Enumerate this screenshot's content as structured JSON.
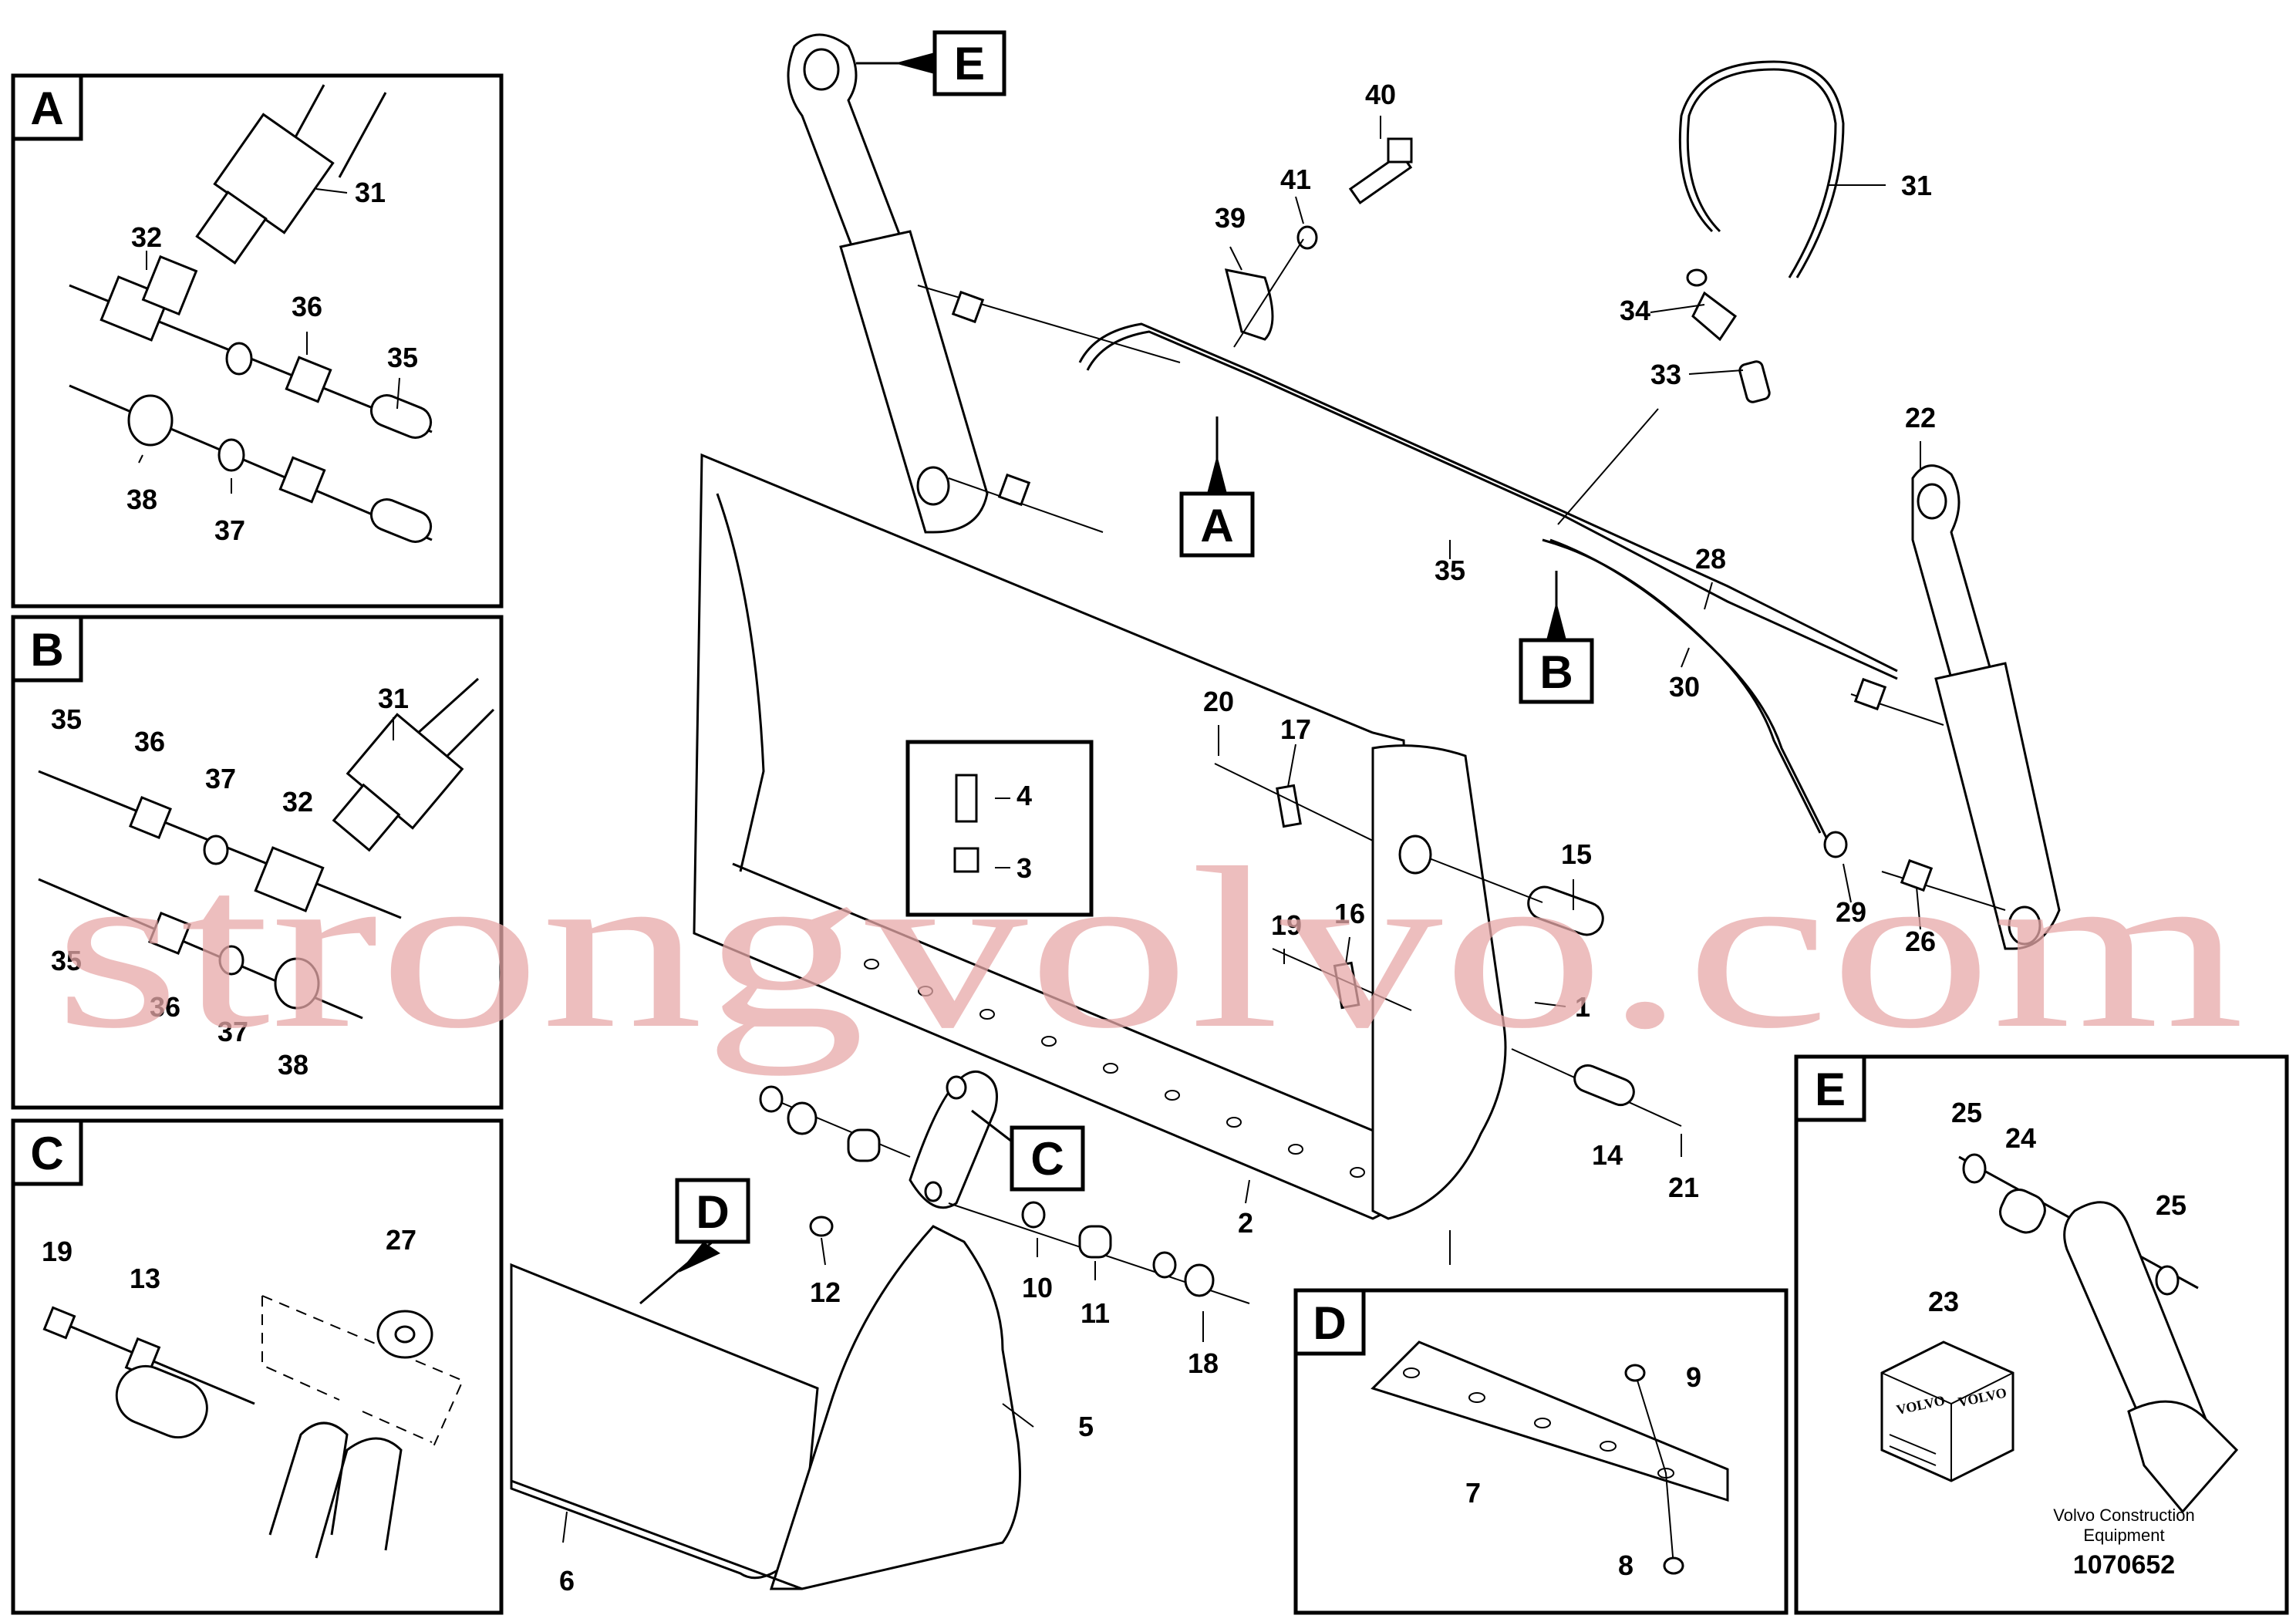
{
  "callouts": {
    "A": "A",
    "B": "B",
    "C": "C",
    "D": "D",
    "E": "E"
  },
  "panel_labels": {
    "A": "A",
    "B": "B",
    "C": "C",
    "D": "D",
    "E": "E"
  },
  "parts": {
    "p1": "1",
    "p2": "2",
    "p3": "3",
    "p4": "4",
    "p5": "5",
    "p6": "6",
    "p7": "7",
    "p8": "8",
    "p9": "9",
    "p10": "10",
    "p11": "11",
    "p12": "12",
    "p13": "13",
    "p14": "14",
    "p15": "15",
    "p16": "16",
    "p17": "17",
    "p18": "18",
    "p19": "19",
    "p19c": "19",
    "p20": "20",
    "p21": "21",
    "p22": "22",
    "p23": "23",
    "p24": "24",
    "p25a": "25",
    "p25b": "25",
    "p26": "26",
    "p27": "27",
    "p28": "28",
    "p29": "29",
    "p30": "30",
    "p31": "31",
    "p31a": "31",
    "p31b": "31",
    "p32a": "32",
    "p32b": "32",
    "p33": "33",
    "p34": "34",
    "p35": "35",
    "p35a": "35",
    "p35b1": "35",
    "p35b2": "35",
    "p36a": "36",
    "p36b1": "36",
    "p36b2": "36",
    "p37a": "37",
    "p37b1": "37",
    "p37b2": "37",
    "p38a": "38",
    "p38b": "38",
    "p39": "39",
    "p40": "40",
    "p41": "41"
  },
  "footer": {
    "brand_line1": "Volvo Construction",
    "brand_line2": "Equipment",
    "drawing_number": "1070652"
  },
  "box_logo": "VOLVO",
  "watermark": "strongvolvo.com"
}
